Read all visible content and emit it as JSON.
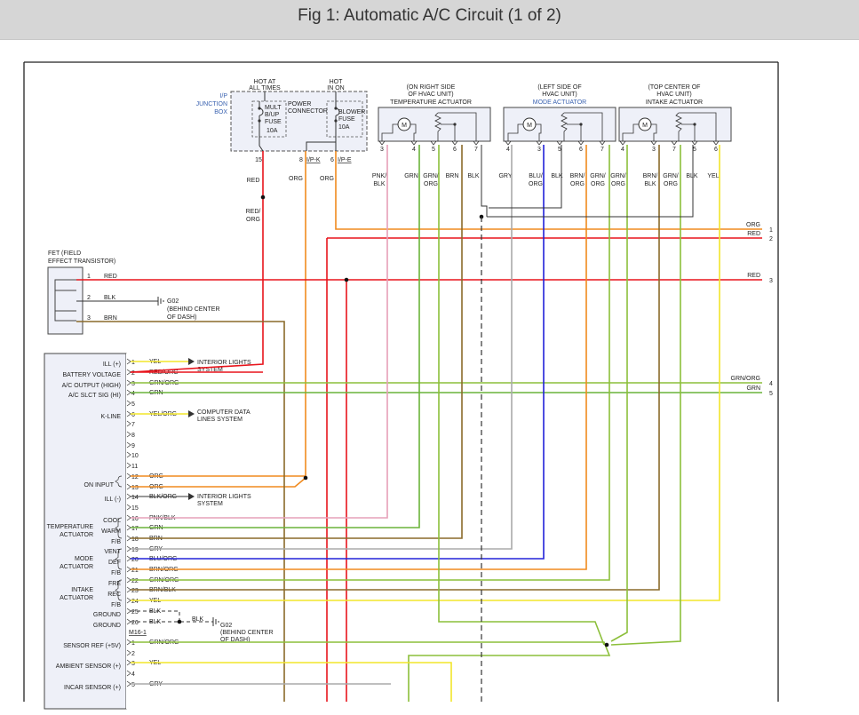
{
  "title": "Fig 1: Automatic A/C Circuit (1 of 2)",
  "junction": {
    "hot_at_all_times": [
      "HOT AT",
      "ALL TIMES"
    ],
    "hot_in_on": [
      "HOT",
      "IN ON"
    ],
    "ip_box": [
      "I/P",
      "JUNCTION",
      "BOX"
    ],
    "mult_fuse": [
      "MULT",
      "B/UP",
      "FUSE",
      "10A"
    ],
    "power_connector": [
      "POWER",
      "CONNECTOR"
    ],
    "blower_fuse": [
      "BLOWER",
      "FUSE",
      "10A"
    ],
    "pins": [
      "15",
      "8",
      "6"
    ],
    "conn_ipk": "I/P-K",
    "conn_ipe": "I/P-E"
  },
  "actuators": {
    "temp": {
      "loc": [
        "(ON RIGHT SIDE",
        "OF HVAC UNIT)"
      ],
      "name": "TEMPERATURE ACTUATOR",
      "pins": [
        "3",
        "4",
        "5",
        "6",
        "7"
      ]
    },
    "mode": {
      "loc": [
        "(LEFT SIDE OF",
        "HVAC UNIT)"
      ],
      "name": "MODE ACTUATOR",
      "pins": [
        "4",
        "3",
        "5",
        "6",
        "7"
      ]
    },
    "intake": {
      "loc": [
        "(TOP CENTER OF",
        "HVAC UNIT)"
      ],
      "name": "INTAKE ACTUATOR",
      "pins": [
        "4",
        "3",
        "7",
        "5",
        "6"
      ]
    }
  },
  "actuator_wire_colors": [
    [
      "PNK/",
      "BLK"
    ],
    [
      "GRN"
    ],
    [
      "GRN/",
      "ORG"
    ],
    [
      "BRN"
    ],
    [
      "BLK"
    ],
    [
      "GRY"
    ],
    [
      "BLU/",
      "ORG"
    ],
    [
      "BLK"
    ],
    [
      "BRN/",
      "ORG"
    ],
    [
      "GRN/",
      "ORG"
    ],
    [
      "GRN/",
      "ORG"
    ],
    [
      "BRN/",
      "BLK"
    ],
    [
      "GRN/",
      "ORG"
    ],
    [
      "BLK"
    ],
    [
      "YEL"
    ]
  ],
  "supply_wires": {
    "red": "RED",
    "red_org": [
      "RED/",
      "ORG"
    ],
    "org1": "ORG",
    "org2": "ORG"
  },
  "fet": {
    "label": [
      "FET (FIELD",
      "EFFECT TRANSISTOR)"
    ],
    "pins": [
      "1",
      "2",
      "3"
    ],
    "colors": [
      "RED",
      "BLK",
      "BRN"
    ],
    "ground_label": [
      "G02",
      "(BEHIND CENTER",
      "OF DASH)"
    ]
  },
  "right_bus": [
    {
      "color": "ORG",
      "num": "1"
    },
    {
      "color": "RED",
      "num": "2"
    },
    {
      "color": "RED",
      "num": "3"
    },
    {
      "color": "GRN/ORG",
      "num": "4"
    },
    {
      "color": "GRN",
      "num": "5"
    }
  ],
  "module_pins": [
    {
      "num": "1",
      "color": "YEL"
    },
    {
      "num": "2",
      "color": "RED/ORG"
    },
    {
      "num": "3",
      "color": "GRN/ORG"
    },
    {
      "num": "4",
      "color": "GRN"
    },
    {
      "num": "5",
      "color": ""
    },
    {
      "num": "6",
      "color": "YEL/ORG"
    },
    {
      "num": "7",
      "color": ""
    },
    {
      "num": "8",
      "color": ""
    },
    {
      "num": "9",
      "color": ""
    },
    {
      "num": "10",
      "color": ""
    },
    {
      "num": "11",
      "color": ""
    },
    {
      "num": "12",
      "color": "ORG"
    },
    {
      "num": "13",
      "color": "ORG"
    },
    {
      "num": "14",
      "color": "BLK/ORG"
    },
    {
      "num": "15",
      "color": ""
    },
    {
      "num": "16",
      "color": "PNK/BLK"
    },
    {
      "num": "17",
      "color": "GRN"
    },
    {
      "num": "18",
      "color": "BRN"
    },
    {
      "num": "19",
      "color": "GRY"
    },
    {
      "num": "20",
      "color": "BLU/ORG"
    },
    {
      "num": "21",
      "color": "BRN/ORG"
    },
    {
      "num": "22",
      "color": "GRN/ORG"
    },
    {
      "num": "23",
      "color": "BRN/BLK"
    },
    {
      "num": "24",
      "color": "YEL"
    },
    {
      "num": "25",
      "color": "BLK"
    },
    {
      "num": "26",
      "color": "BLK"
    }
  ],
  "module_labels": {
    "ill_plus": "ILL (+)",
    "battery_voltage": "BATTERY VOLTAGE",
    "ac_output": "A/C OUTPUT (HIGH)",
    "ac_slct": "A/C SLCT SIG (HI)",
    "k_line": "K-LINE",
    "on_input": "ON INPUT",
    "ill_minus": "ILL (-)",
    "temp_act": [
      "TEMPERATURE",
      "ACTUATOR"
    ],
    "temp_sub": [
      "COOL",
      "WARM",
      "F/B"
    ],
    "mode_act": [
      "MODE",
      "ACTUATOR"
    ],
    "mode_sub": [
      "VENT",
      "DEF",
      "F/B"
    ],
    "intake_act": [
      "INTAKE",
      "ACTUATOR"
    ],
    "intake_sub": [
      "FRE",
      "REC",
      "F/B"
    ],
    "ground1": "GROUND",
    "ground2": "GROUND",
    "connector": "M16-1",
    "sensor_ref": "SENSOR REF (+5V)",
    "ambient": "AMBIENT SENSOR (+)",
    "incar": "INCAR SENSOR (+)"
  },
  "callouts": {
    "interior_lights_1": [
      "INTERIOR LIGHTS",
      "SYSTEM"
    ],
    "computer_data": [
      "COMPUTER DATA",
      "LINES SYSTEM"
    ],
    "interior_lights_2": [
      "INTERIOR LIGHTS",
      "SYSTEM"
    ]
  },
  "bottom_ground": {
    "color": "BLK",
    "label": [
      "G02",
      "(BEHIND CENTER",
      "OF DASH)"
    ]
  },
  "sensor_pins": [
    {
      "num": "1",
      "color": "GRN/ORG"
    },
    {
      "num": "2",
      "color": ""
    },
    {
      "num": "3",
      "color": "YEL"
    },
    {
      "num": "4",
      "color": ""
    },
    {
      "num": "5",
      "color": "GRY"
    }
  ],
  "colors": {
    "red": "#e8141c",
    "orange": "#f08a1e",
    "green": "#6ab43a",
    "grn_org": "#8cbf3a",
    "brown": "#8a6a2a",
    "yellow": "#f2e52a",
    "blue": "#2222d8",
    "gray": "#aaaaaa",
    "pink": "#e6a0b8",
    "black": "#333333"
  }
}
